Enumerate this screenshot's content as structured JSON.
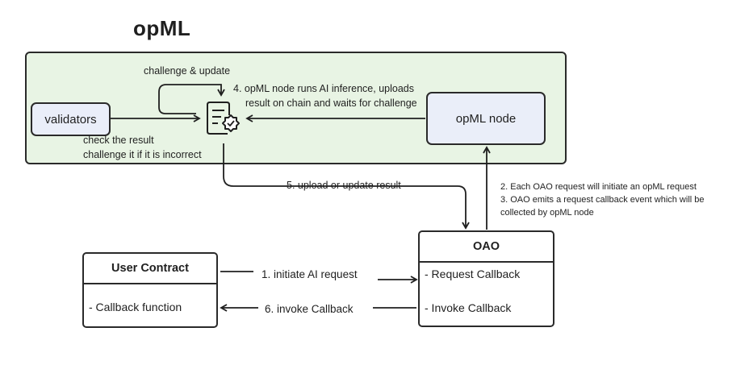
{
  "title": "opML",
  "opml_panel": {
    "validators_label": "validators",
    "opml_node_label": "opML node",
    "challenge_update": "challenge & update",
    "step4_line1": "4. opML node  runs AI inference, uploads",
    "step4_line2": "result on chain and waits for challenge",
    "check_line1": "check the result",
    "check_line2": "challenge it if it is incorrect"
  },
  "step5": "5. upload or update result",
  "step2_3": {
    "line1": "2. Each OAO request will initiate an opML request",
    "line2": "3. OAO emits a request callback event which will be",
    "line3": "collected by opML node"
  },
  "user_contract": {
    "header": "User Contract",
    "item": "- Callback function"
  },
  "oao": {
    "header": "OAO",
    "item1": "- Request Callback",
    "item2": "- Invoke Callback"
  },
  "step1": "1. initiate AI request",
  "step6": "6. invoke Callback",
  "icons": [
    "document-verified-icon"
  ]
}
